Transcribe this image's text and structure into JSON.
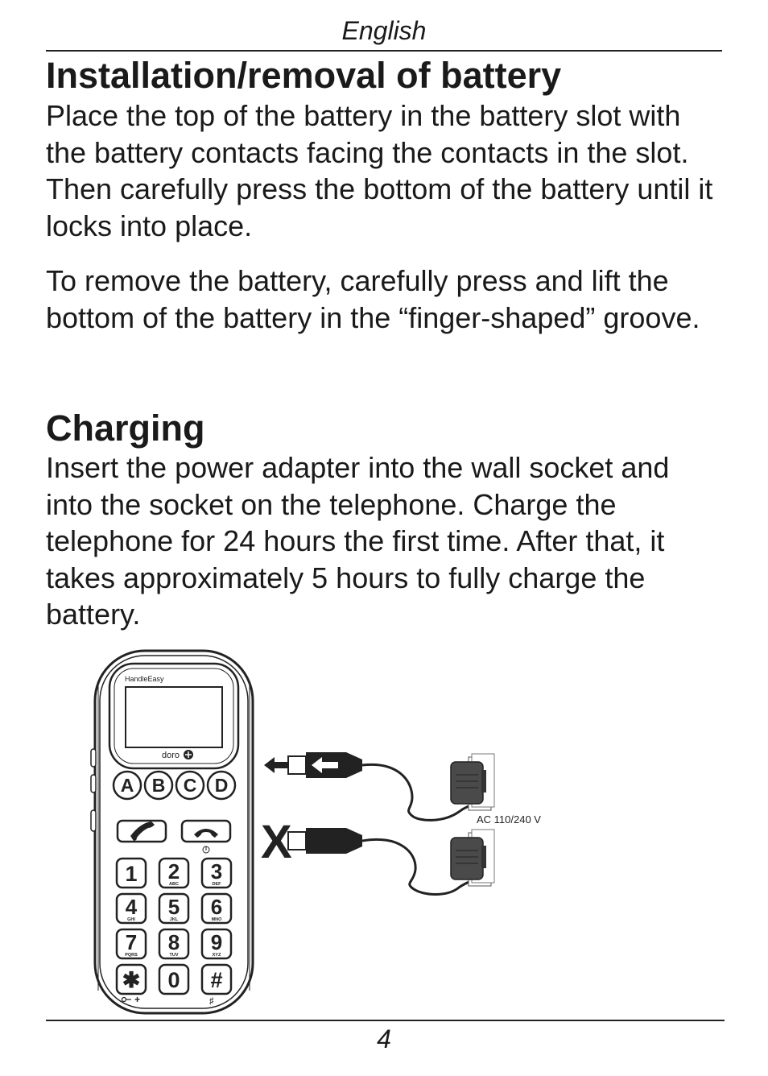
{
  "header": {
    "language": "English"
  },
  "section_battery": {
    "title": "Installation/removal of battery",
    "para1": "Place the top of the battery in the battery slot with the battery contacts facing the contacts in the slot. Then carefully press the bottom of the battery until it locks into place.",
    "para2": "To remove the battery, carefully press and lift the bottom of the battery in the “finger-shaped” groove."
  },
  "section_charging": {
    "title": "Charging",
    "para1": "Insert the power adapter into the wall socket and into the socket on the telephone. Charge the telephone for 24 hours the first time. After that, it takes approximately 5 hours to fully charge the battery."
  },
  "figure": {
    "phone_model": "HandleEasy",
    "brand": "doro",
    "abcd_keys": [
      "A",
      "B",
      "C",
      "D"
    ],
    "keypad": [
      {
        "digit": "1",
        "letters": ""
      },
      {
        "digit": "2",
        "letters": "ABC"
      },
      {
        "digit": "3",
        "letters": "DEF"
      },
      {
        "digit": "4",
        "letters": "GHI"
      },
      {
        "digit": "5",
        "letters": "JKL"
      },
      {
        "digit": "6",
        "letters": "MNO"
      },
      {
        "digit": "7",
        "letters": "PQRS"
      },
      {
        "digit": "8",
        "letters": "TUV"
      },
      {
        "digit": "9",
        "letters": "XYZ"
      },
      {
        "digit": "✱",
        "letters": ""
      },
      {
        "digit": "0",
        "letters": ""
      },
      {
        "digit": "#",
        "letters": ""
      }
    ],
    "wrong_mark": "X",
    "adapter_label": "AC 110/240 V"
  },
  "footer": {
    "page_number": "4"
  }
}
